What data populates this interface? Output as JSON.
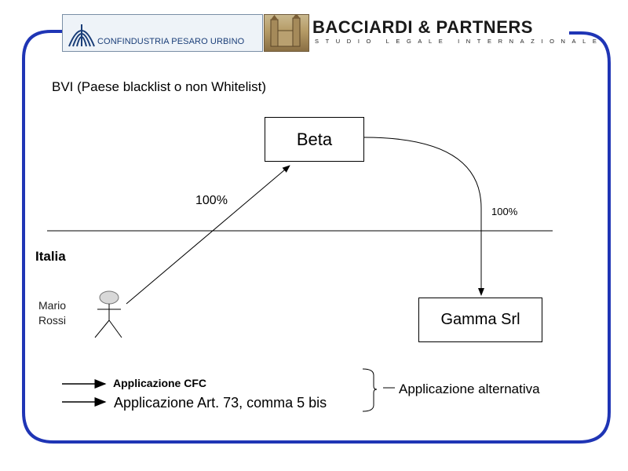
{
  "header": {
    "left_logo_text": "CONFINDUSTRIA PESARO URBINO",
    "brand_name": "BACCIARDI & PARTNERS",
    "brand_subtitle": "STUDIO LEGALE INTERNAZIONALE",
    "brand_color": "#1a1a1a",
    "frame_color": "#1f35b5"
  },
  "diagram": {
    "region_top": "BVI (Paese blacklist o non Whitelist)",
    "region_bottom": "Italia",
    "person_name_line1": "Mario",
    "person_name_line2": "Rossi",
    "beta_label": "Beta",
    "gamma_label": "Gamma Srl",
    "edge_person_beta_label": "100%",
    "edge_beta_gamma_label": "100%"
  },
  "legend": {
    "cfc_label": "Applicazione CFC",
    "art73_label": "Applicazione Art. 73, comma 5 bis",
    "alternative_label": "Applicazione alternativa"
  }
}
